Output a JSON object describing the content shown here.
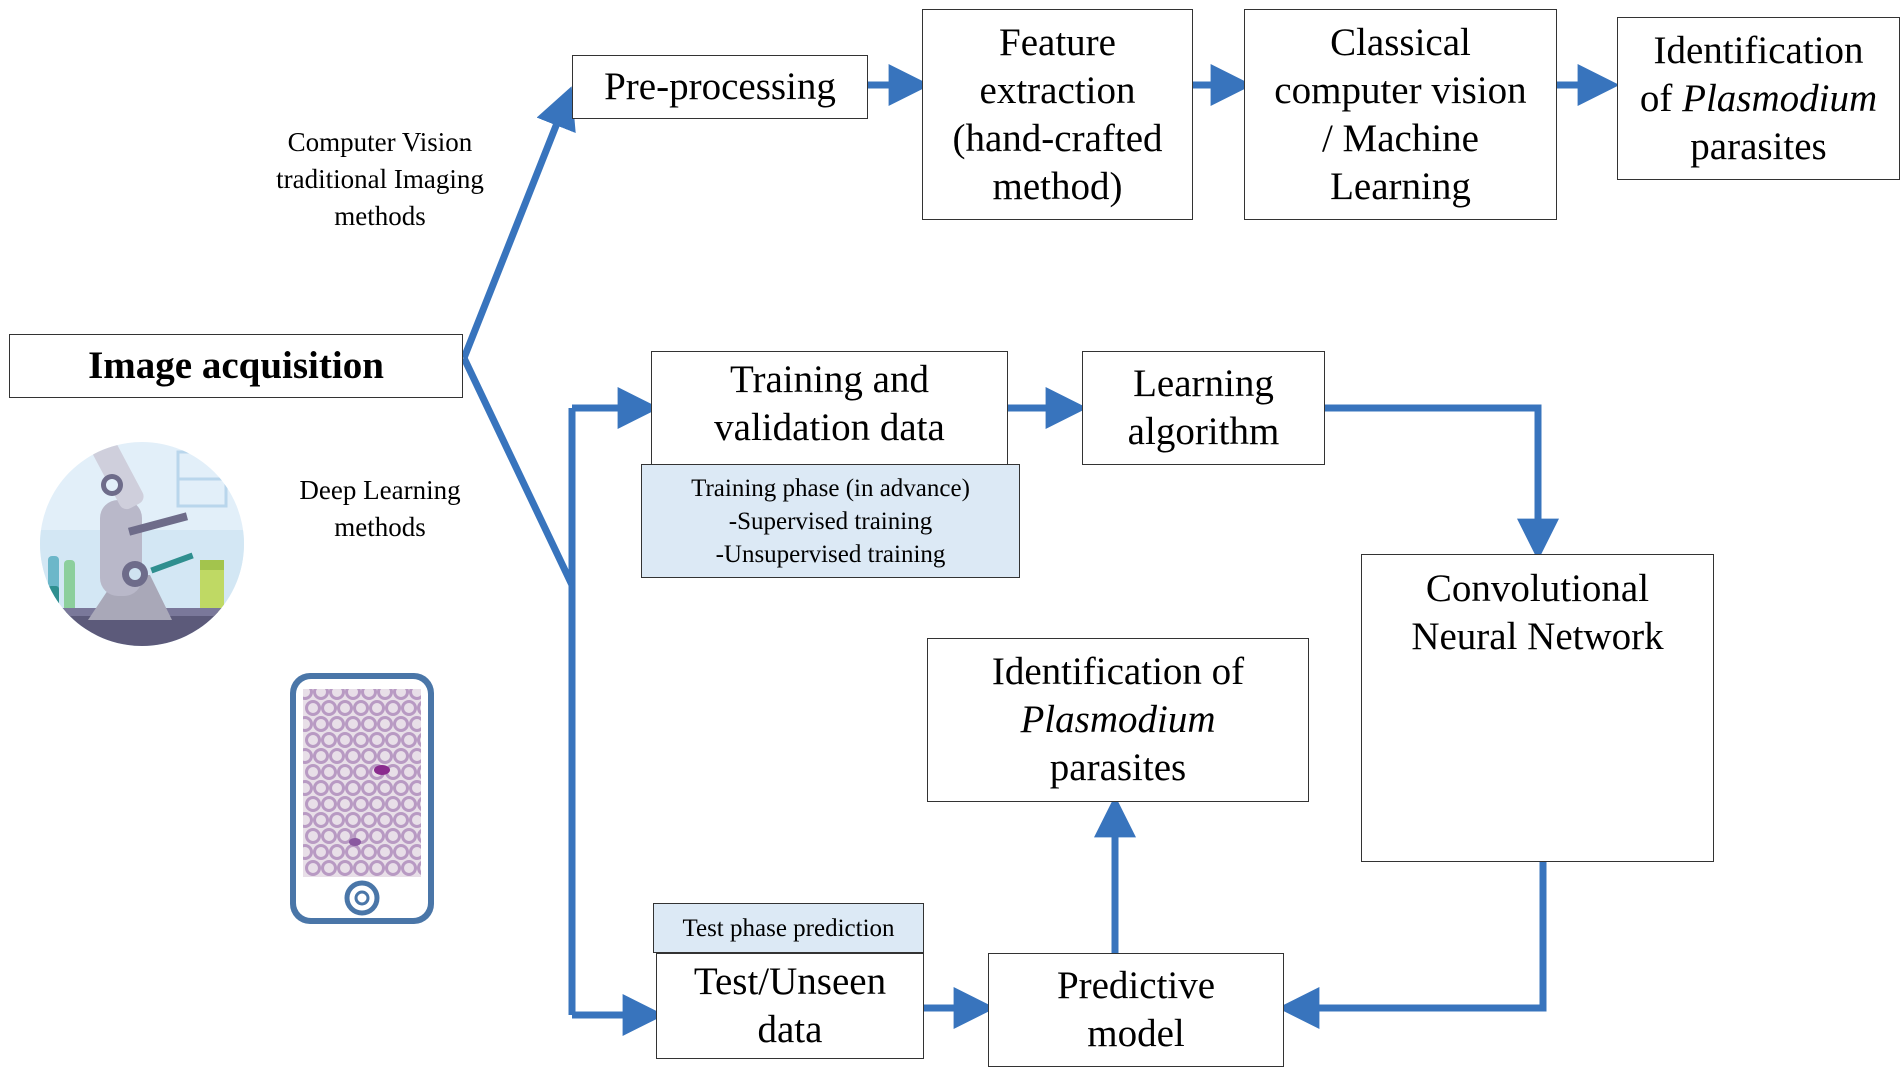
{
  "colors": {
    "arrow": "#3874bd",
    "box_border": "#333333",
    "tint": "#dce9f5"
  },
  "start": {
    "label": "Image acquisition"
  },
  "branches": {
    "traditional": [
      "Computer Vision",
      "traditional Imaging",
      "methods"
    ],
    "deep": [
      "Deep Learning",
      "methods"
    ]
  },
  "pipeline_top": {
    "preprocessing": "Pre-processing",
    "feature": [
      "Feature",
      "extraction",
      "(hand-crafted",
      "method)"
    ],
    "classical": [
      "Classical",
      "computer vision",
      "/ Machine",
      "Learning"
    ],
    "identification": {
      "line1": "Identification",
      "prefix": "of ",
      "italic": "Plasmodium",
      "line3": "parasites"
    }
  },
  "pipeline_deep": {
    "training_data": [
      "Training and",
      "validation data"
    ],
    "training_phase": [
      "Training phase (in advance)",
      "-Supervised training",
      "-Unsupervised training"
    ],
    "learning": [
      "Learning",
      "algorithm"
    ],
    "cnn": [
      "Convolutional",
      "Neural Network"
    ],
    "identification": {
      "line1": "Identification of",
      "italic": "Plasmodium",
      "line3": "parasites"
    },
    "test_phase": "Test phase prediction",
    "test_data": [
      "Test/Unseen",
      "data"
    ],
    "predictive": [
      "Predictive",
      "model"
    ]
  },
  "icons": [
    "microscope-icon",
    "smartphone-blood-smear-icon",
    "neural-network-icon"
  ]
}
